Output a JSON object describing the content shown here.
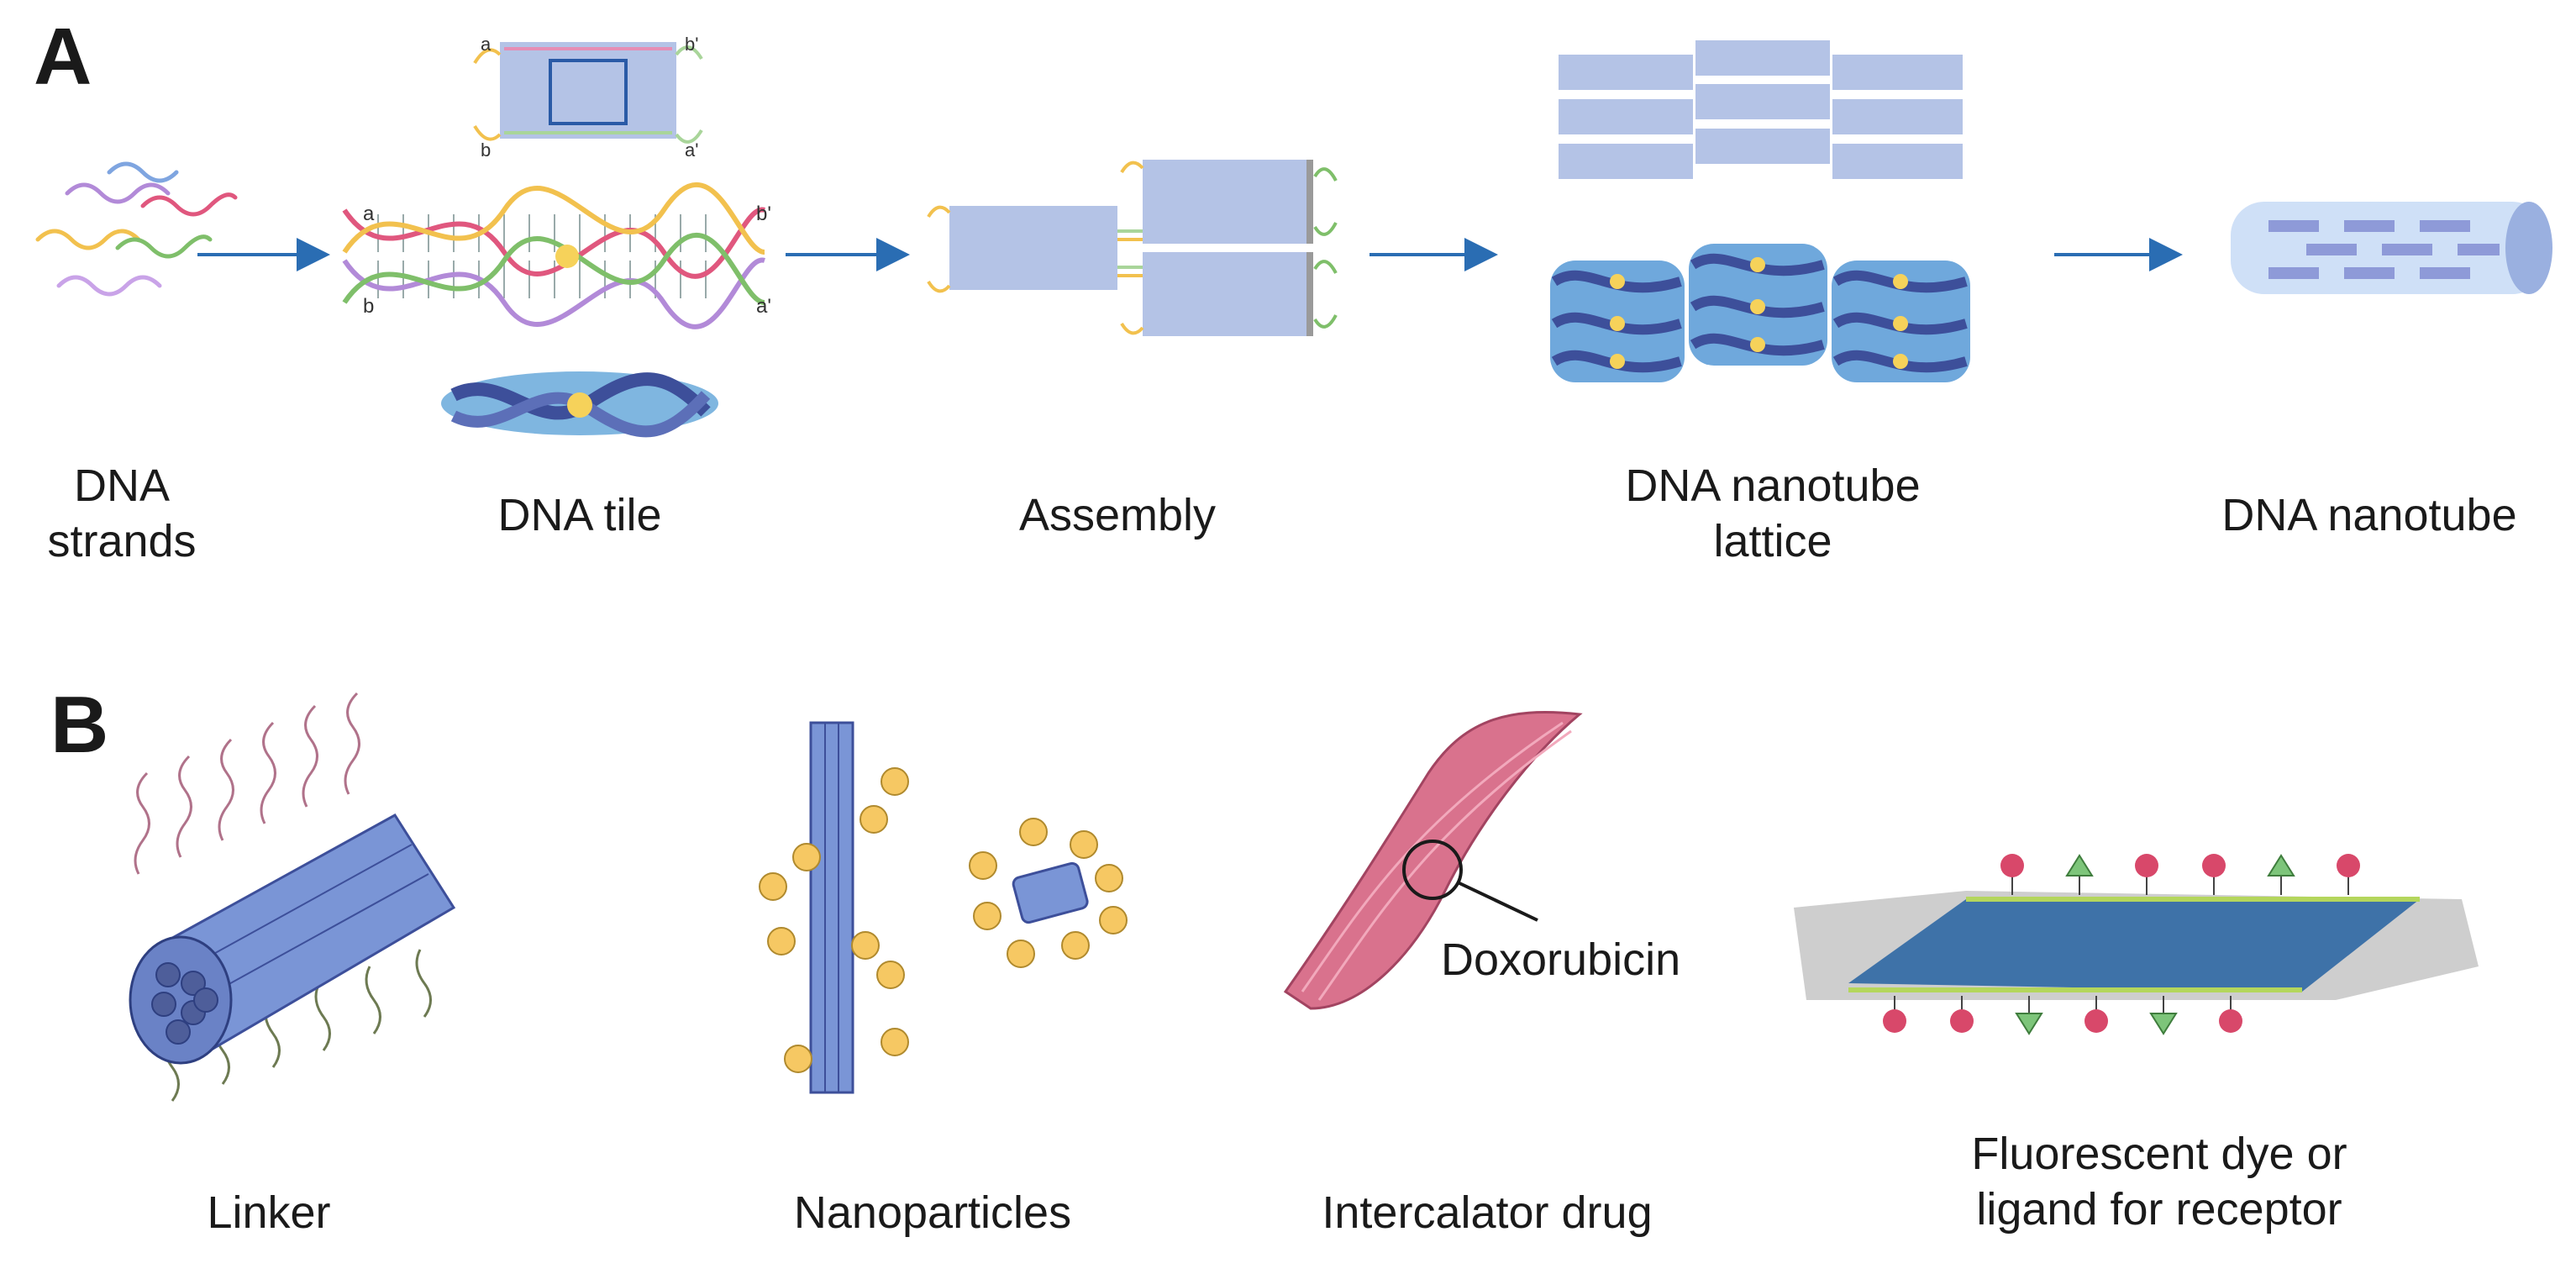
{
  "panels": {
    "a": {
      "letter": "A",
      "steps": [
        {
          "label_lines": [
            "DNA",
            "strands"
          ]
        },
        {
          "label_lines": [
            "DNA tile"
          ]
        },
        {
          "label_lines": [
            "Assembly"
          ]
        },
        {
          "label_lines": [
            "DNA nanotube",
            "lattice"
          ]
        },
        {
          "label_lines": [
            "DNA nanotube"
          ]
        }
      ],
      "tile_ends": {
        "a": "a",
        "b": "b",
        "b_prime": "b'",
        "a_prime": "a'"
      }
    },
    "b": {
      "letter": "B",
      "items": [
        {
          "label_lines": [
            "Linker"
          ]
        },
        {
          "label_lines": [
            "Nanoparticles"
          ]
        },
        {
          "label_lines": [
            "Intercalator drug"
          ]
        },
        {
          "label_lines": [
            "Fluorescent dye or",
            "ligand for receptor"
          ]
        }
      ],
      "drug_callout": "Doxorubicin"
    }
  },
  "colors": {
    "arrow": "#2a6db3",
    "tile": "#b4c3e6",
    "tube": "#8aa2d8",
    "gold": "#f6c863",
    "strand_pink": "#e0577e",
    "strand_purple": "#b28ad8",
    "strand_yellow": "#f2c14e",
    "strand_green": "#7fbf6a",
    "drug_pink": "#d9728d",
    "dye_red": "#d8486a",
    "dye_green": "#7dc57a"
  }
}
